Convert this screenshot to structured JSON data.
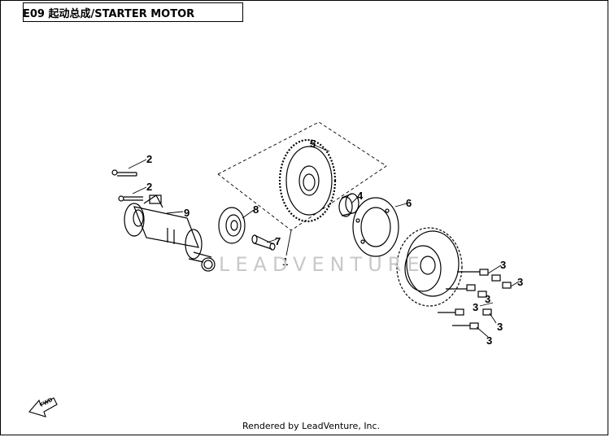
{
  "header": {
    "title": "E09  起动总成/STARTER MOTOR"
  },
  "watermark": "LEADVENTURE",
  "footer": {
    "credit": "Rendered by LeadVenture, Inc."
  },
  "fwd_label": "FWD",
  "callouts": {
    "c1": "1",
    "c2a": "2",
    "c2b": "2",
    "c3": "3",
    "c4": "4",
    "c5": "5",
    "c6": "6",
    "c7": "7",
    "c8": "8",
    "c9": "9"
  }
}
